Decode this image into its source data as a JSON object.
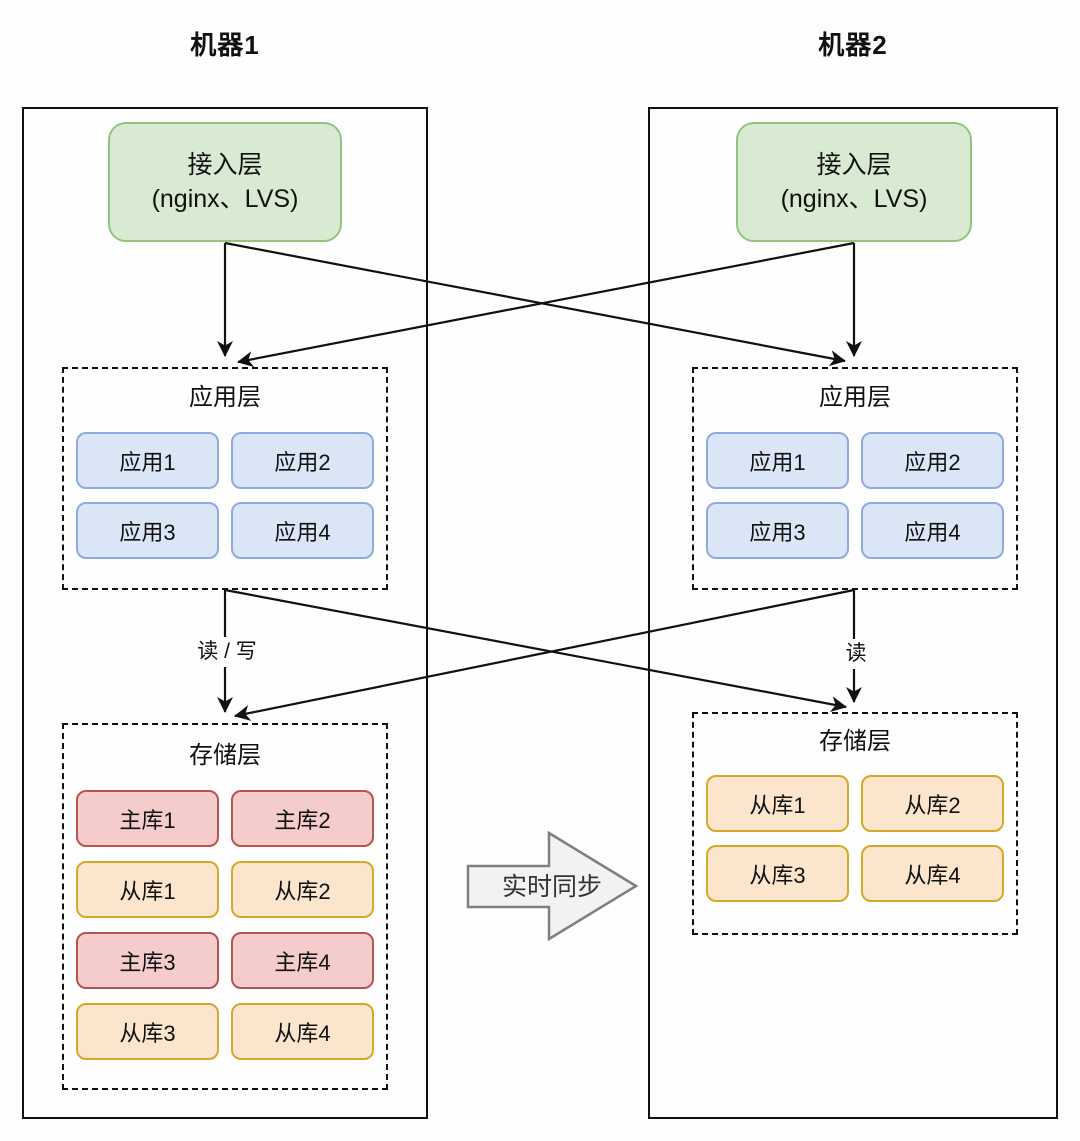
{
  "machines": [
    {
      "title": "机器1",
      "access_layer": {
        "line1": "接入层",
        "line2": "(nginx、LVS)"
      },
      "app_layer": {
        "title": "应用层",
        "apps": [
          "应用1",
          "应用2",
          "应用3",
          "应用4"
        ]
      },
      "storage_layer": {
        "title": "存储层",
        "databases": [
          {
            "label": "主库1",
            "type": "master"
          },
          {
            "label": "主库2",
            "type": "master"
          },
          {
            "label": "从库1",
            "type": "slave"
          },
          {
            "label": "从库2",
            "type": "slave"
          },
          {
            "label": "主库3",
            "type": "master"
          },
          {
            "label": "主库4",
            "type": "master"
          },
          {
            "label": "从库3",
            "type": "slave"
          },
          {
            "label": "从库4",
            "type": "slave"
          }
        ]
      },
      "edge_label": "读 / 写"
    },
    {
      "title": "机器2",
      "access_layer": {
        "line1": "接入层",
        "line2": "(nginx、LVS)"
      },
      "app_layer": {
        "title": "应用层",
        "apps": [
          "应用1",
          "应用2",
          "应用3",
          "应用4"
        ]
      },
      "storage_layer": {
        "title": "存储层",
        "databases": [
          {
            "label": "从库1",
            "type": "slave"
          },
          {
            "label": "从库2",
            "type": "slave"
          },
          {
            "label": "从库3",
            "type": "slave"
          },
          {
            "label": "从库4",
            "type": "slave"
          }
        ]
      },
      "edge_label": "读"
    }
  ],
  "sync_arrow": {
    "label": "实时同步"
  },
  "colors": {
    "access_fill": "#d9ead3",
    "access_border": "#93c47d",
    "app_fill": "#dae5f5",
    "app_border": "#8faadc",
    "master_fill": "#f4cccc",
    "master_border": "#b85450",
    "slave_fill": "#fbe5cd",
    "slave_border": "#d6a829",
    "sync_fill": "#f2f2f2",
    "sync_border": "#7f7f7f"
  }
}
